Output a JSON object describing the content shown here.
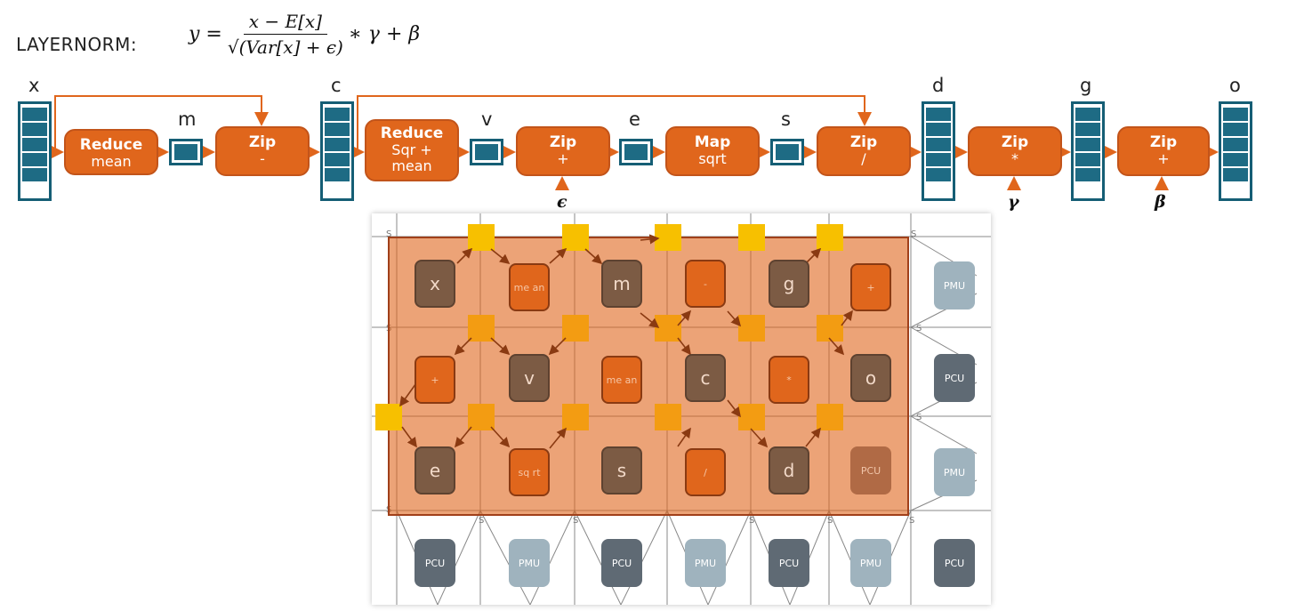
{
  "title": "LAYERNORM:",
  "formula": {
    "lhs": "y =",
    "numerator": "x − E[x]",
    "denominator": "√(Var[x] + ϵ)",
    "rhs": "∗ γ + β"
  },
  "pipeline": {
    "x": "x",
    "m": "m",
    "c": "c",
    "v": "v",
    "e": "e",
    "s": "s",
    "d": "d",
    "g": "g",
    "o": "o",
    "ops": [
      {
        "title": "Reduce",
        "sub": "mean"
      },
      {
        "title": "Zip",
        "sub": "-"
      },
      {
        "title": "Reduce",
        "sub": "Sqr +",
        "sub2": "mean"
      },
      {
        "title": "Zip",
        "sub": "+"
      },
      {
        "title": "Map",
        "sub": "sqrt"
      },
      {
        "title": "Zip",
        "sub": "/"
      },
      {
        "title": "Zip",
        "sub": "*"
      },
      {
        "title": "Zip",
        "sub": "+"
      }
    ],
    "params": {
      "epsilon": "ϵ",
      "gamma": "γ",
      "beta": "β"
    }
  },
  "grid": {
    "mapped": [
      [
        "x",
        "me an",
        "m",
        "-",
        "g",
        "+"
      ],
      [
        "+",
        "v",
        "me an",
        "c",
        "*",
        "o"
      ],
      [
        "e",
        "sq rt",
        "s",
        "/",
        "d",
        "PCU"
      ]
    ],
    "right_col": [
      "PMU",
      "PCU",
      "PMU"
    ],
    "bottom_row": [
      "PCU",
      "PMU",
      "PCU",
      "PMU",
      "PCU",
      "PMU",
      "PCU"
    ],
    "switch_label": "S"
  },
  "colors": {
    "accent": "#e0661c",
    "vector": "#1e6b84",
    "highlight": "#e8894f"
  }
}
